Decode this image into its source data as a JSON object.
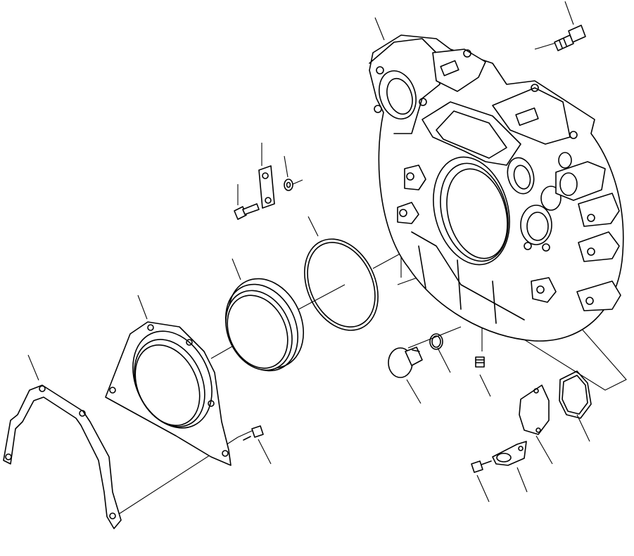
{
  "diagram": {
    "kind": "exploded-parts-view",
    "parts": [
      {
        "id": "flywheel-housing"
      },
      {
        "id": "housing-bolt"
      },
      {
        "id": "bracket-plate"
      },
      {
        "id": "bracket-washer"
      },
      {
        "id": "bracket-bolt"
      },
      {
        "id": "o-ring-large"
      },
      {
        "id": "rear-oil-seal"
      },
      {
        "id": "seal-retainer"
      },
      {
        "id": "retainer-bolt"
      },
      {
        "id": "timing-cover-strip"
      },
      {
        "id": "drain-plug"
      },
      {
        "id": "plug-o-ring"
      },
      {
        "id": "set-screw"
      },
      {
        "id": "inspection-cover"
      },
      {
        "id": "cover-gasket"
      },
      {
        "id": "cover-clamp"
      },
      {
        "id": "cover-bolt"
      }
    ]
  }
}
